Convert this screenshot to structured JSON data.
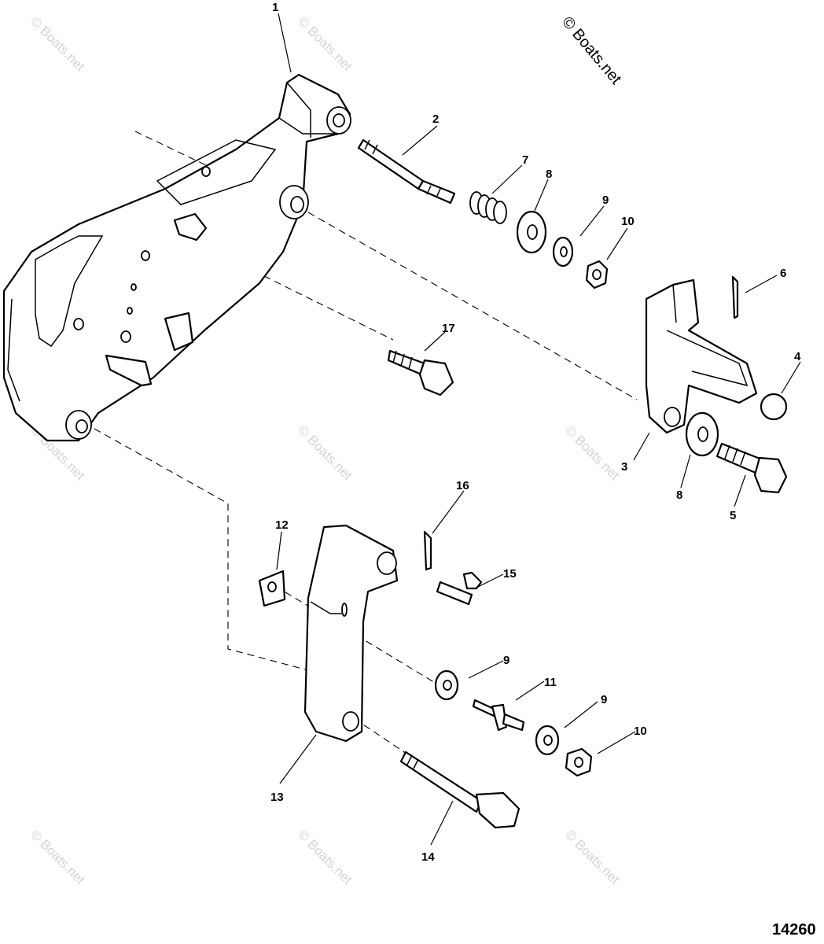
{
  "watermark": "© Boats.net",
  "copyright": "© Boats.net",
  "figure_number": "14260",
  "callouts": [
    "1",
    "2",
    "7",
    "8",
    "9",
    "10",
    "6",
    "17",
    "4",
    "3",
    "8",
    "5",
    "16",
    "12",
    "15",
    "9",
    "11",
    "9",
    "10",
    "13",
    "14"
  ]
}
